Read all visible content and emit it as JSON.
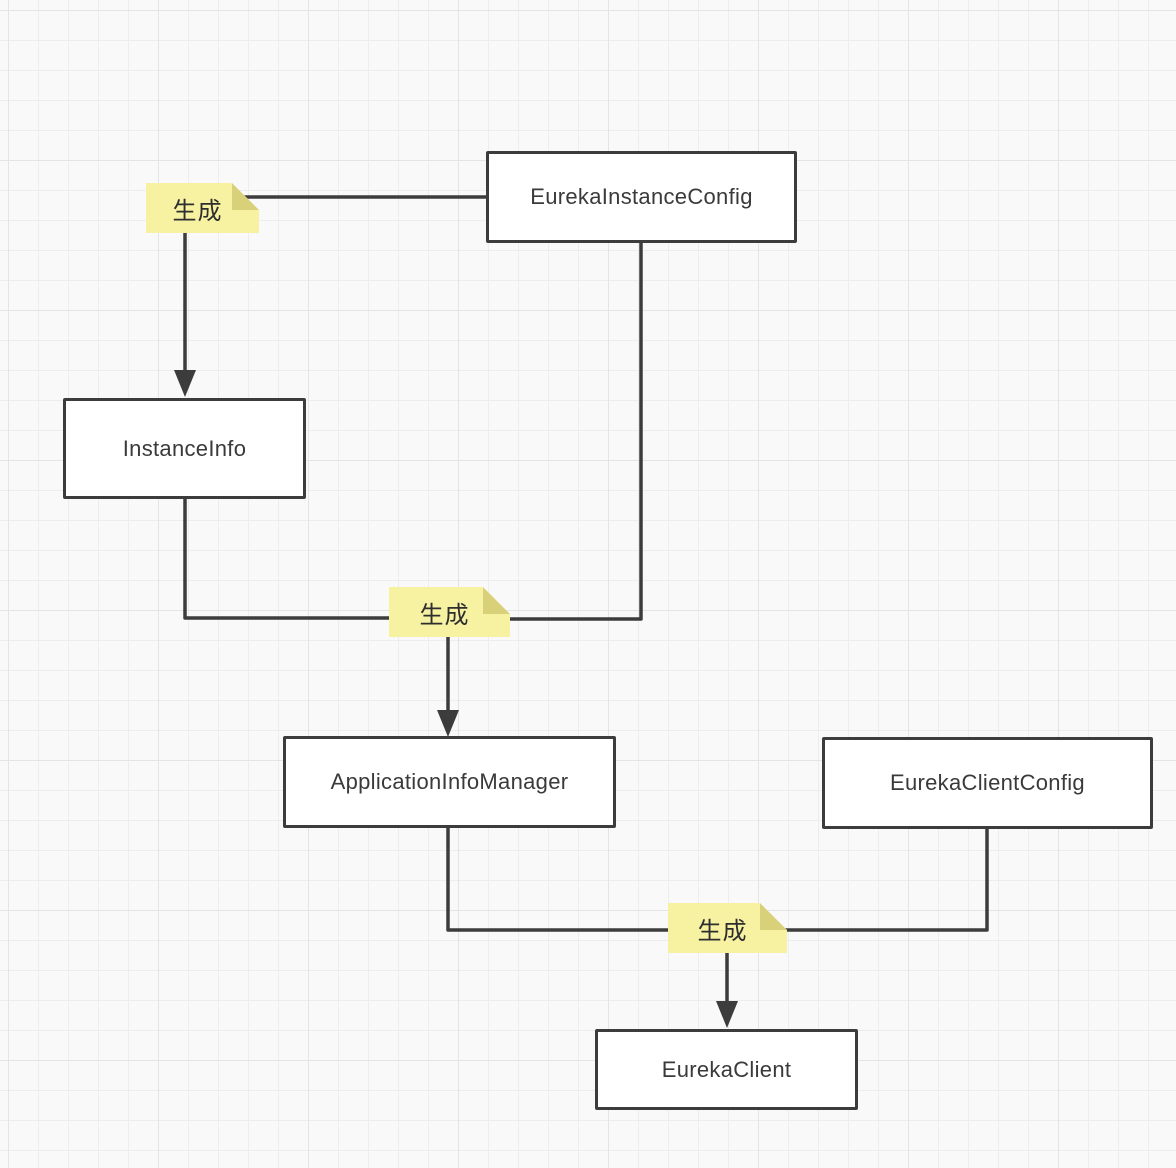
{
  "diagram": {
    "nodes": {
      "eureka_instance_config": {
        "label": "EurekaInstanceConfig"
      },
      "instance_info": {
        "label": "InstanceInfo"
      },
      "application_info_manager": {
        "label": "ApplicationInfoManager"
      },
      "eureka_client_config": {
        "label": "EurekaClientConfig"
      },
      "eureka_client": {
        "label": "EurekaClient"
      }
    },
    "notes": {
      "generate_top": {
        "label": "生成"
      },
      "generate_middle": {
        "label": "生成"
      },
      "generate_bottom": {
        "label": "生成"
      }
    },
    "colors": {
      "canvas_background": "#f9f9f9",
      "grid_line": "#ededed",
      "node_fill": "#ffffff",
      "node_border": "#3c3c3c",
      "connector": "#3c3c3c",
      "note_fill": "#f6f2a2",
      "note_fold": "#d9d179",
      "label_text": "#3a3a3a"
    }
  }
}
